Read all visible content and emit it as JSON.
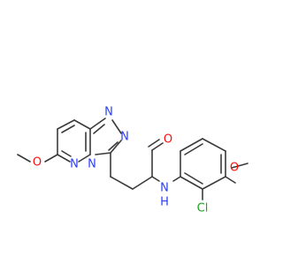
{
  "molecule": {
    "atoms": {
      "o_methoxy_left": "O",
      "n_pyridazine": "N",
      "n_bridge": "N",
      "n_triazole_top": "N",
      "n_triazole_right": "N",
      "o_carbonyl": "O",
      "nh_amide": "N",
      "h_amide": "H",
      "cl": "Cl",
      "o_methoxy_right": "O"
    },
    "colors": {
      "bond": "#3a3a3a",
      "nitrogen": "#2b3ff2",
      "oxygen": "#ff0d0d",
      "chlorine": "#1fa51f"
    }
  }
}
